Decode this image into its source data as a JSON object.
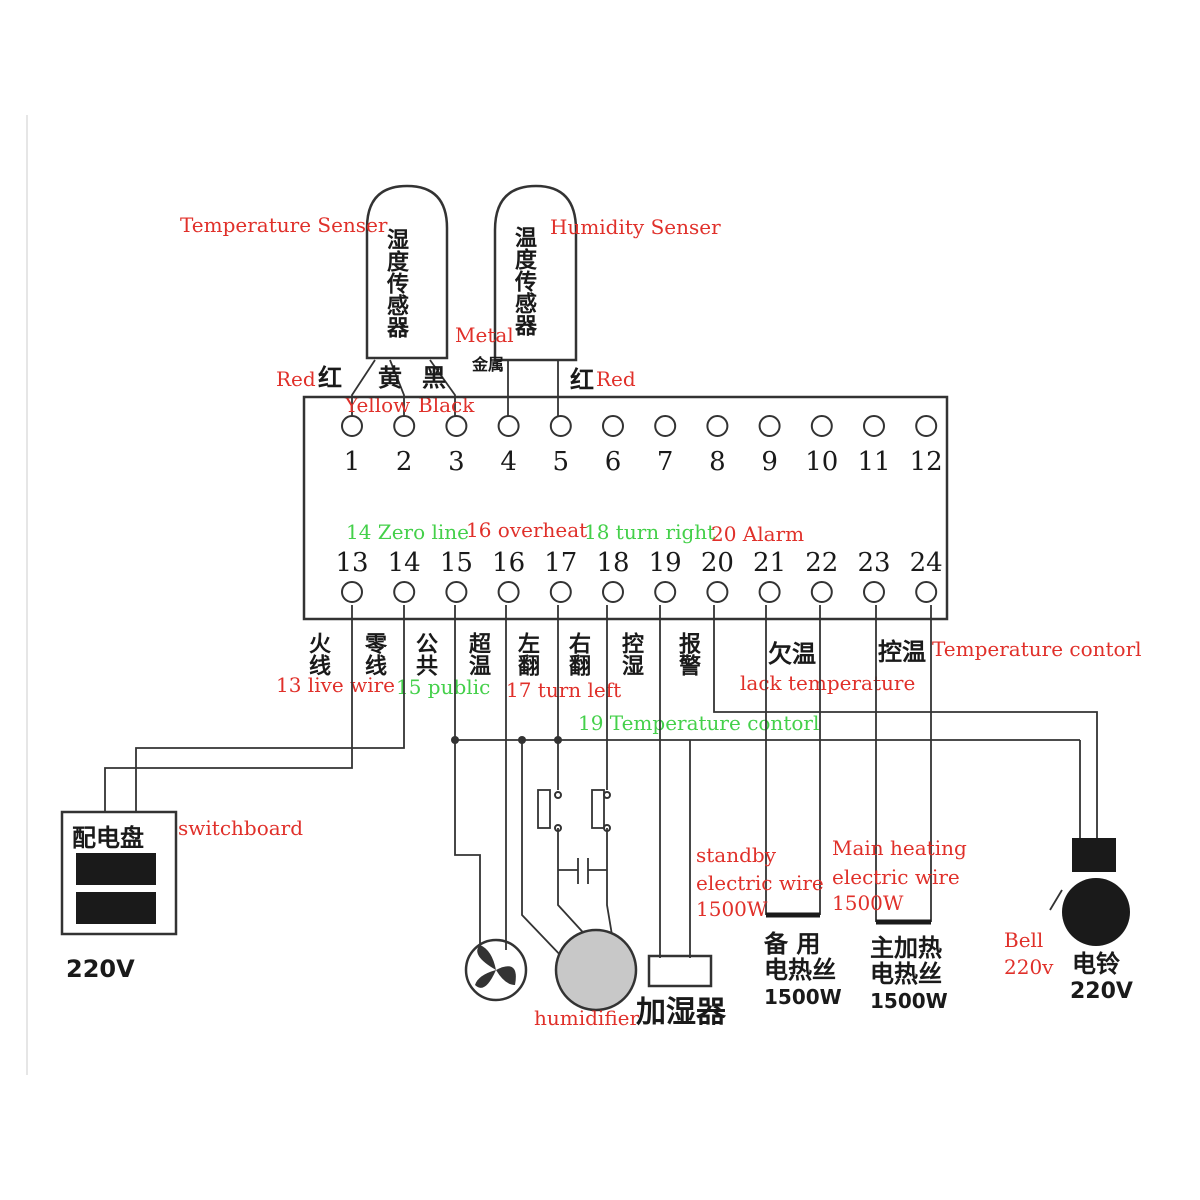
{
  "sensors": {
    "humidity_left": {
      "cn": "湿度传感器",
      "label": "Temperature Senser"
    },
    "temperature_right": {
      "cn": "温度传感器",
      "label": "Humidity Senser"
    }
  },
  "wires_top": {
    "red_left": "Red",
    "red_left_cn": "红",
    "yellow_cn": "黄",
    "black_cn": "黑",
    "metal_cn": "金属",
    "metal": "Metal",
    "red_right_cn": "红",
    "red_right": "Red",
    "yellow": "Yellow",
    "black": "Black"
  },
  "terminals_top": [
    "1",
    "2",
    "3",
    "4",
    "5",
    "6",
    "7",
    "8",
    "9",
    "10",
    "11",
    "12"
  ],
  "terminals_bottom": [
    "13",
    "14",
    "15",
    "16",
    "17",
    "18",
    "19",
    "20",
    "21",
    "22",
    "23",
    "24"
  ],
  "inner_labels": {
    "t14": "14 Zero line",
    "t16": "16 overheat",
    "t18": "18 turn right",
    "t20": "20 Alarm"
  },
  "bottom_cn": {
    "t13": "火线",
    "t14": "零线",
    "t15": "公共",
    "t16": "超温",
    "t17": "左翻",
    "t18": "右翻",
    "t19": "控湿",
    "t20": "报警",
    "t21_22": "欠温",
    "t23_24": "控温"
  },
  "bottom_labels": {
    "live_wire": "13 live wire",
    "public": "15 public",
    "turn_left": "17 turn left",
    "lack_temp": "lack temperature",
    "temp_control_top": "Temperature contorl",
    "temp_control_19": "19 Temperature contorl"
  },
  "switchboard": {
    "cn": "配电盘",
    "label": "switchboard",
    "voltage": "220V"
  },
  "standby": {
    "l1": "standby",
    "l2": "electric wire",
    "l3": "1500W",
    "cn1": "备 用",
    "cn2": "电热丝",
    "cn3": "1500W"
  },
  "main_heating": {
    "l1": "Main heating",
    "l2": "electric wire",
    "l3": "1500W",
    "cn1": "主加热",
    "cn2": "电热丝",
    "cn3": "1500W"
  },
  "humidifier": {
    "label": "humidifier",
    "cn": "加湿器"
  },
  "bell": {
    "label1": "Bell",
    "label2": "220v",
    "cn": "电铃",
    "voltage": "220V"
  }
}
